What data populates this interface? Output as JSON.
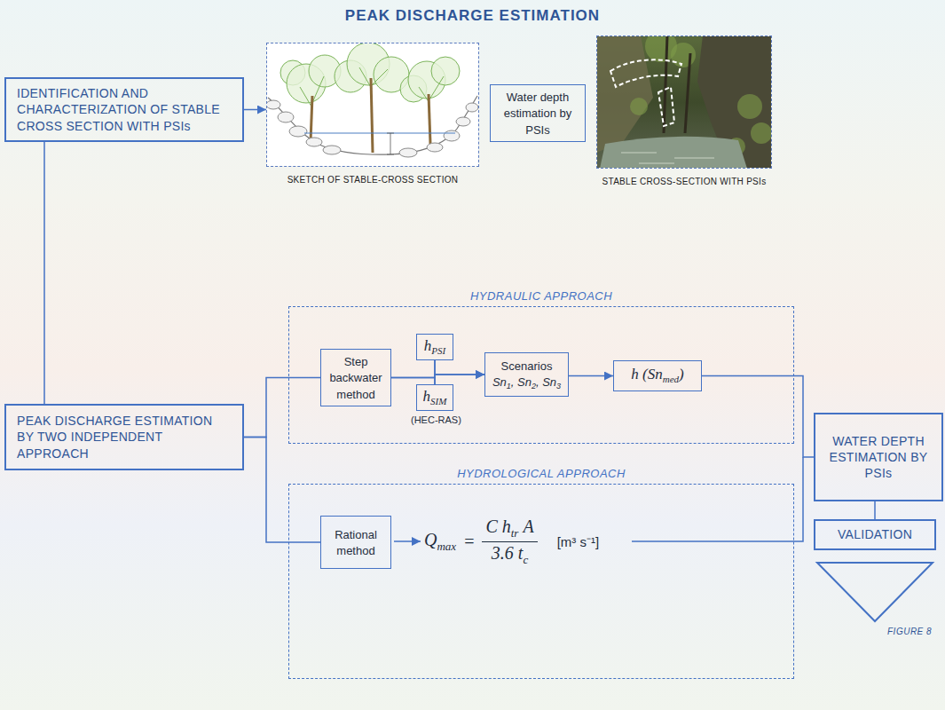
{
  "diagram": {
    "title": "PEAK DISCHARGE ESTIMATION",
    "nodes": [
      {
        "text": [
          "IDENTIFICATION AND CHARACTERIZATION OF STABLE CROSS SECTION WITH PSIs"
        ]
      },
      {
        "text": [
          "SKETCH OF STABLE-CROSS SECTION"
        ]
      },
      {
        "text": [
          "Water depth estimation by PSIs"
        ]
      },
      {
        "text": [
          "STABLE CROSS-SECTION WITH PSIs"
        ]
      },
      {
        "text": [
          "PEAK DISCHARGE ESTIMATION BY TWO INDEPENDENT APPROACH"
        ]
      },
      {
        "text": [
          "HYDRAULIC APPROACH"
        ]
      },
      {
        "text": [
          "Step backwater method"
        ],
        "in": 5
      },
      {
        "text": [
          "h",
          "PSI"
        ],
        "in": 5
      },
      {
        "text": [
          "h",
          "SIM"
        ],
        "in": 5
      },
      {
        "text": [
          "Scenarios",
          "Sn",
          "1",
          ", Sn",
          "2",
          ", Sn",
          "3"
        ],
        "in": 5
      },
      {
        "text": [
          "h (Sn",
          "med",
          ")"
        ],
        "in": 5
      },
      {
        "text": [
          "HYDROLOGICAL APPROACH"
        ]
      },
      {
        "text": [
          "Rational method"
        ],
        "in": 11
      },
      {
        "text": [
          "WATER DEPTH ESTIMATION BY PSIs"
        ]
      },
      {
        "text": [
          "VALIDATION"
        ]
      }
    ],
    "edges": [
      {
        "from": 0,
        "to": 1,
        "arrow": "to"
      },
      {
        "from": 0,
        "to": 4,
        "arrow": "none"
      },
      {
        "from": 4,
        "to": 6,
        "arrow": "none"
      },
      {
        "from": 4,
        "to": 12,
        "arrow": "none"
      },
      {
        "from": 6,
        "to": 7,
        "arrow": "none"
      },
      {
        "from": 6,
        "to": 8,
        "arrow": "none"
      },
      {
        "from": 7,
        "to": 9,
        "arrow": "to"
      },
      {
        "from": 8,
        "to": 9,
        "arrow": "to"
      },
      {
        "from": 9,
        "to": 10,
        "arrow": "to"
      },
      {
        "from": 10,
        "to": 13,
        "arrow": "none"
      },
      {
        "from": 13,
        "to": 14,
        "arrow": "none"
      }
    ],
    "labels": [
      "(HEC-RAS)",
      "Q",
      "max",
      "=",
      "C h",
      "tr",
      "A",
      "3.6 t",
      "c",
      "[m³ s⁻¹]",
      "FIGURE 8"
    ]
  }
}
